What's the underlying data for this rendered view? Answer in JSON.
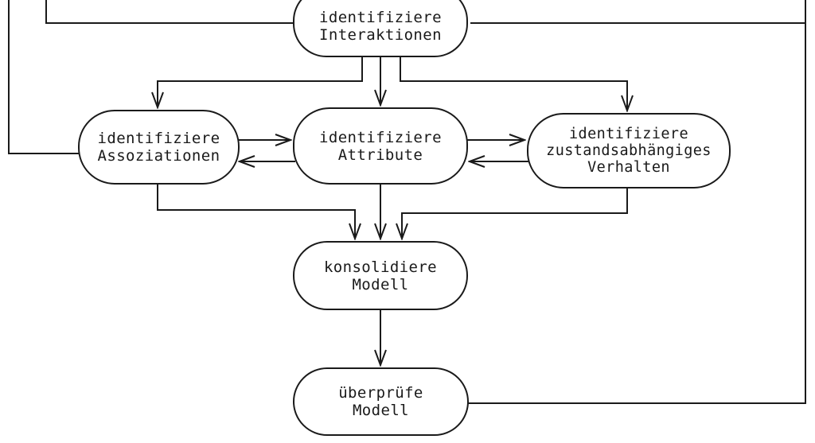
{
  "diagram": {
    "type": "flowchart",
    "language": "de",
    "colors": {
      "background": "#ffffff",
      "line": "#1a1a1a",
      "node_fill": "#ffffff",
      "text": "#1a1a1a"
    },
    "nodes": [
      {
        "id": "identifiziere-interaktionen",
        "lines": [
          "identifiziere",
          "Interaktionen"
        ]
      },
      {
        "id": "identifiziere-assoziationen",
        "lines": [
          "identifiziere",
          "Assoziationen"
        ]
      },
      {
        "id": "identifiziere-attribute",
        "lines": [
          "identifiziere",
          "Attribute"
        ]
      },
      {
        "id": "identifiziere-zustandsabhaengiges-verhalten",
        "lines": [
          "identifiziere",
          "zustandsabhängiges",
          "Verhalten"
        ]
      },
      {
        "id": "konsolidiere-modell",
        "lines": [
          "konsolidiere",
          "Modell"
        ]
      },
      {
        "id": "ueberpruefe-modell",
        "lines": [
          "überprüfe",
          "Modell"
        ]
      }
    ],
    "edges": [
      {
        "from": "offscreen-top",
        "to": "identifiziere-interaktionen",
        "arrowhead": false
      },
      {
        "from": "offscreen-top-left",
        "to": "identifiziere-assoziationen",
        "arrowhead": false
      },
      {
        "from": "identifiziere-interaktionen",
        "to": "identifiziere-assoziationen",
        "arrowhead": true
      },
      {
        "from": "identifiziere-interaktionen",
        "to": "identifiziere-attribute",
        "arrowhead": true
      },
      {
        "from": "identifiziere-interaktionen",
        "to": "identifiziere-zustandsabhaengiges-verhalten",
        "arrowhead": true
      },
      {
        "from": "identifiziere-assoziationen",
        "to": "identifiziere-attribute",
        "arrowhead": true
      },
      {
        "from": "identifiziere-attribute",
        "to": "identifiziere-assoziationen",
        "arrowhead": true
      },
      {
        "from": "identifiziere-attribute",
        "to": "identifiziere-zustandsabhaengiges-verhalten",
        "arrowhead": true
      },
      {
        "from": "identifiziere-zustandsabhaengiges-verhalten",
        "to": "identifiziere-attribute",
        "arrowhead": true
      },
      {
        "from": "identifiziere-assoziationen",
        "to": "konsolidiere-modell",
        "arrowhead": true
      },
      {
        "from": "identifiziere-attribute",
        "to": "konsolidiere-modell",
        "arrowhead": true
      },
      {
        "from": "identifiziere-zustandsabhaengiges-verhalten",
        "to": "konsolidiere-modell",
        "arrowhead": true
      },
      {
        "from": "konsolidiere-modell",
        "to": "ueberpruefe-modell",
        "arrowhead": true
      },
      {
        "from": "ueberpruefe-modell",
        "to": "identifiziere-interaktionen",
        "arrowhead": false
      }
    ]
  }
}
